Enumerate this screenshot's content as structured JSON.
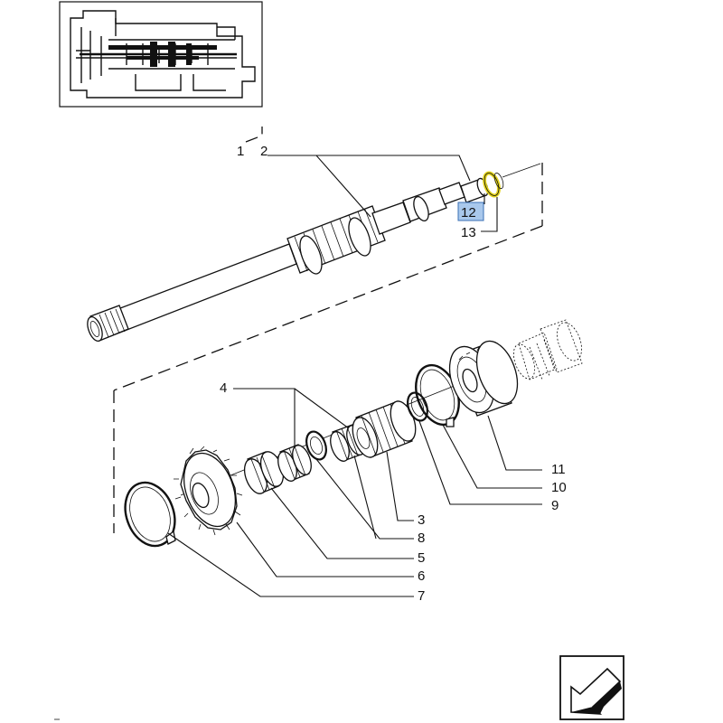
{
  "diagram": {
    "labels": {
      "p1": "1",
      "p2": "2",
      "p3": "3",
      "p4": "4",
      "p5": "5",
      "p6": "6",
      "p7": "7",
      "p8": "8",
      "p9": "9",
      "p10": "10",
      "p11": "11",
      "p12": "12",
      "p13": "13"
    },
    "highlight": {
      "fill": "#a9c8ec",
      "stroke": "#3a6fb5",
      "ring": "#e2d21a"
    }
  }
}
